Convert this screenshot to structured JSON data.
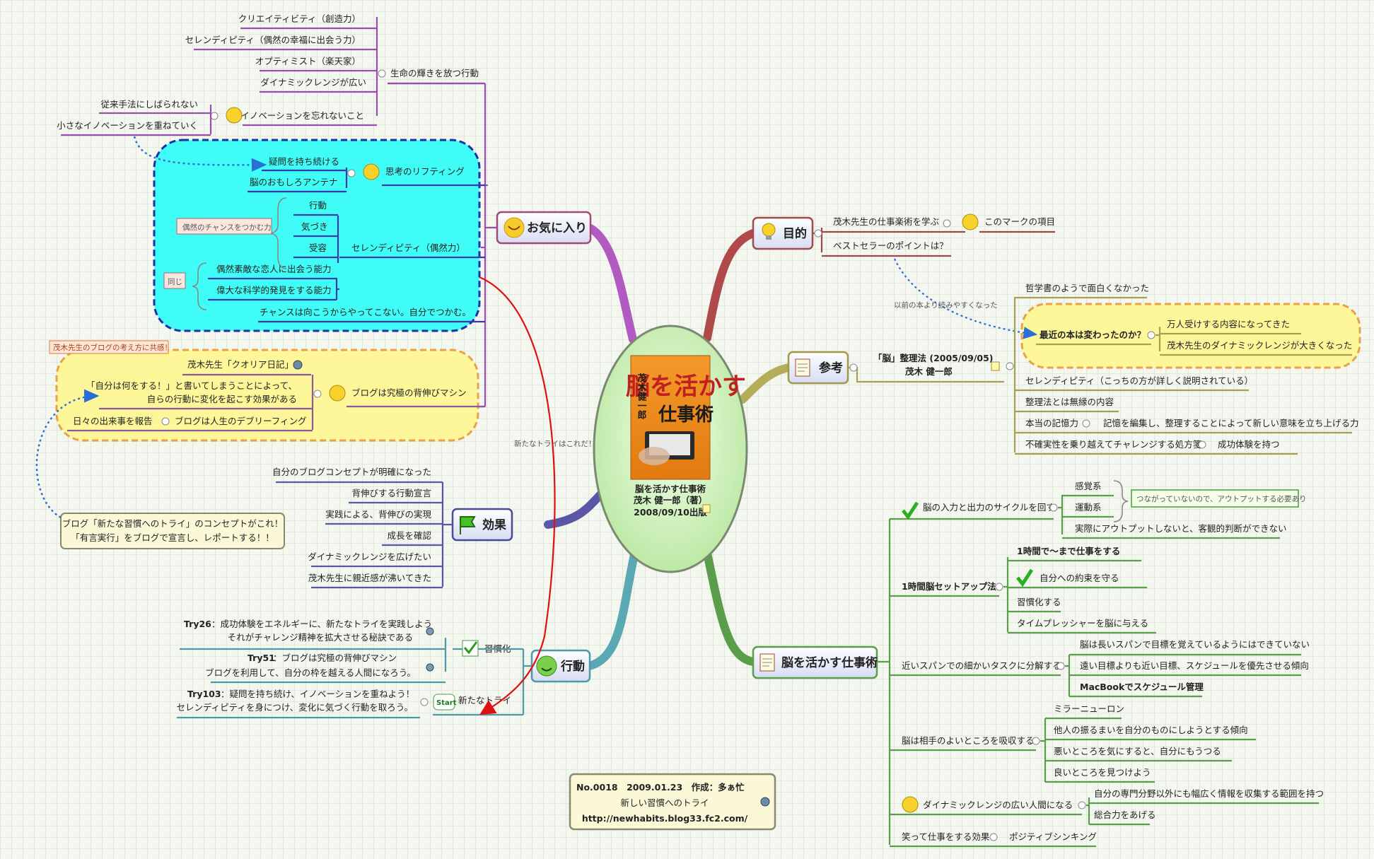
{
  "center": {
    "book_title_main": "脳を活かす",
    "book_title_sub": "仕事術",
    "book_author_vertical": "茂木健一郎",
    "line1": "脳を活かす仕事術",
    "line2": "茂木 健一郎（著）",
    "line3": "2008/09/10出版"
  },
  "branches": {
    "okiniiri": "お気に入り",
    "kouka": "効果",
    "koudou": "行動",
    "mokuteki": "目的",
    "sankou": "参考",
    "nou_shigoto": "脳を活かす仕事術"
  },
  "okiniiri": {
    "seimei": "生命の輝きを放つ行動",
    "seimei_items": [
      "クリエイティビティ（創造力）",
      "セレンディピティ（偶然の幸福に出会う力）",
      "オプティミスト（楽天家）",
      "ダイナミックレンジが広い",
      "イノベーションを忘れないこと"
    ],
    "innov_items": [
      "従来手法にしばられない",
      "小さなイノベーションを重ねていく"
    ],
    "shikou": "思考のリフティング",
    "shikou_items": [
      "疑問を持ち続ける",
      "脳のおもしろアンテナ"
    ],
    "serendipity": "セレンディピティ（偶然力）",
    "seren_items": [
      "行動",
      "気づき",
      "受容"
    ],
    "seren_label": "偶然のチャンスをつかむ力",
    "onaji": "同じ",
    "onaji_items": [
      "偶然素敵な恋人に出会う能力",
      "偉大な科学的発見をする能力"
    ],
    "chance": "チャンスは向こうからやってこない。自分でつかむ。",
    "blog_tag": "茂木先生のブログの考え方に共感！",
    "qualia": "茂木先生「クオリア日記」",
    "blog_main": "ブログは究極の背伸びマシン",
    "blog_note1": "「自分は何をする！」と書いてしまうことによって、",
    "blog_note2": "自らの行動に変化を起こす効果がある",
    "hibi": "日々の出来事を報告",
    "debrief": "ブログは人生のデブリーフィング"
  },
  "kouka": {
    "items": [
      "自分のブログコンセプトが明確になった",
      "背伸びする行動宣言",
      "実践による、背伸びの実現",
      "成長を確認",
      "ダイナミックレンジを広げたい",
      "茂木先生に親近感が沸いてきた"
    ],
    "callout1": "ブログ「新たな習慣へのトライ」のコンセプトがこれ！",
    "callout2": "「有言実行」をブログで宣言し、レポートする！！"
  },
  "koudou": {
    "shuukanka": "習慣化",
    "aratana": "新たなトライ",
    "start_badge": "Start",
    "try26_1a": "Try26",
    "try26_1b": "：成功体験をエネルギーに、新たなトライを実践しよう",
    "try26_2": "それがチャレンジ精神を拡大させる秘訣である",
    "try51_1a": "Try51",
    "try51_1b": "：ブログは究極の背伸びマシン",
    "try51_2": "ブログを利用して、自分の枠を越える人間になろう。",
    "try103_1a": "Try103",
    "try103_1b": "：疑問を持ち続け、イノベーションを重ねよう！",
    "try103_2": "セレンディピティを身につけ、変化に気づく行動を取ろう。",
    "red_label": "新たなトライはこれだ！"
  },
  "mokuteki": {
    "manabu": "茂木先生の仕事楽術を学ぶ",
    "mark": "このマークの項目",
    "bestseller": "ベストセラーのポイントは？",
    "dotted_label": "以前の本より読みやすくなった"
  },
  "sankou": {
    "seiri_1": "「脳」整理法 (2005/09/05)",
    "seiri_2": "茂木 健一郎",
    "tetsugaku": "哲学書のようで面白くなかった",
    "saikin": "最近の本は変わったのか？",
    "saikin_items": [
      "万人受けする内容になってきた",
      "茂木先生のダイナミックレンジが大きくなった"
    ],
    "seren": "セレンディピティ（こっちの方が詳しく説明されている）",
    "seiri_muen": "整理法とは無縁の内容",
    "kioku": "本当の記憶力",
    "kioku_item": "記憶を編集し、整理することによって新しい意味を立ち上げる力",
    "fukakujitsu": "不確実性を乗り越えてチャレンジする処方箋",
    "seikou": "成功体験を持つ"
  },
  "nou": {
    "cycle": "脳の入力と出力のサイクルを回す",
    "cycle_items": [
      "感覚系",
      "運動系",
      "実際にアウトプットしないと、客観的判断ができない"
    ],
    "cycle_note": "つながっていないので、アウトプットする必要あり",
    "setup": "1時間脳セットアップ法",
    "setup_items": [
      "1時間で〜まで仕事をする",
      "自分への約束を守る",
      "習慣化する",
      "タイムプレッシャーを脳に与える"
    ],
    "chikai": "近いスパンでの細かいタスクに分解する",
    "chikai_items": [
      "脳は長いスパンで目標を覚えているようにはできていない",
      "遠い目標よりも近い目標、スケジュールを優先させる傾向",
      "MacBookでスケジュール管理"
    ],
    "aite": "脳は相手のよいところを吸収する",
    "aite_items": [
      "ミラーニューロン",
      "他人の振るまいを自分のものにしようとする傾向",
      "悪いところを気にすると、自分にもうつる",
      "良いところを見つけよう"
    ],
    "dynamic": "ダイナミックレンジの広い人間になる",
    "dynamic_items": [
      "自分の専門分野以外にも幅広く情報を収集する範囲を持つ",
      "総合力をあげる"
    ],
    "warai": "笑って仕事をする効果",
    "positive": "ポジティブシンキング"
  },
  "footer": {
    "line1": "No.0018　2009.01.23　作成：多ぁ忙",
    "line2": "新しい習慣へのトライ",
    "line3": "http://newhabits.blog33.fc2.com/"
  },
  "colors": {
    "okiniiri": "#b15bc2",
    "kouka": "#5b57a8",
    "koudou": "#5aa8b4",
    "mokuteki": "#b04a4a",
    "sankou": "#b4ae5a",
    "nou": "#5a9e4c",
    "cyan_cloud": "#3ffcf6",
    "yellow_cloud": "#fdf79a",
    "red_arrow": "#e01010"
  }
}
